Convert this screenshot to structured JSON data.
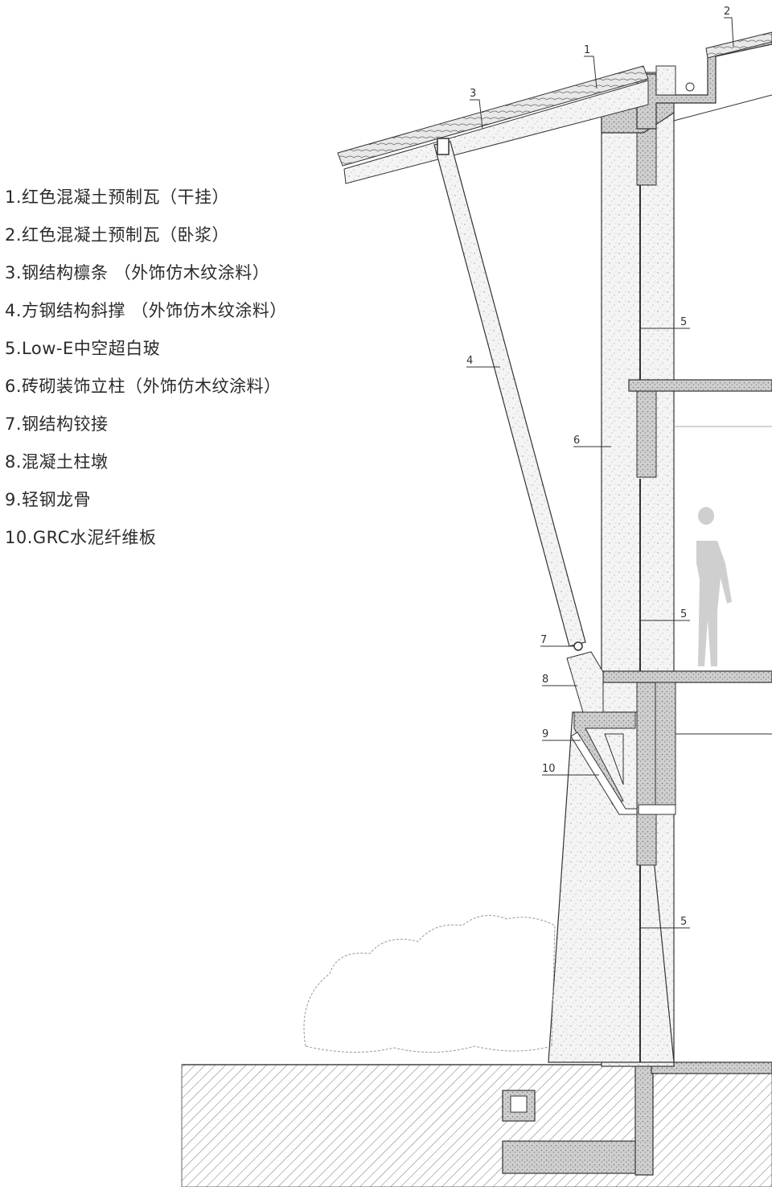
{
  "legend": [
    "1.红色混凝土预制瓦（干挂）",
    "2.红色混凝土预制瓦（卧浆）",
    "3.钢结构檩条 （外饰仿木纹涂料）",
    "4.方钢结构斜撑 （外饰仿木纹涂料）",
    "5.Low-E中空超白玻",
    "6.砖砌装饰立柱（外饰仿木纹涂料）",
    "7.钢结构铰接",
    "8.混凝土柱墩",
    "9.轻钢龙骨",
    "10.GRC水泥纤维板"
  ],
  "callouts": {
    "c1": "1",
    "c2": "2",
    "c3": "3",
    "c4": "4",
    "c5a": "5",
    "c5b": "5",
    "c5c": "5",
    "c6": "6",
    "c7": "7",
    "c8": "8",
    "c9": "9",
    "c10": "10"
  }
}
